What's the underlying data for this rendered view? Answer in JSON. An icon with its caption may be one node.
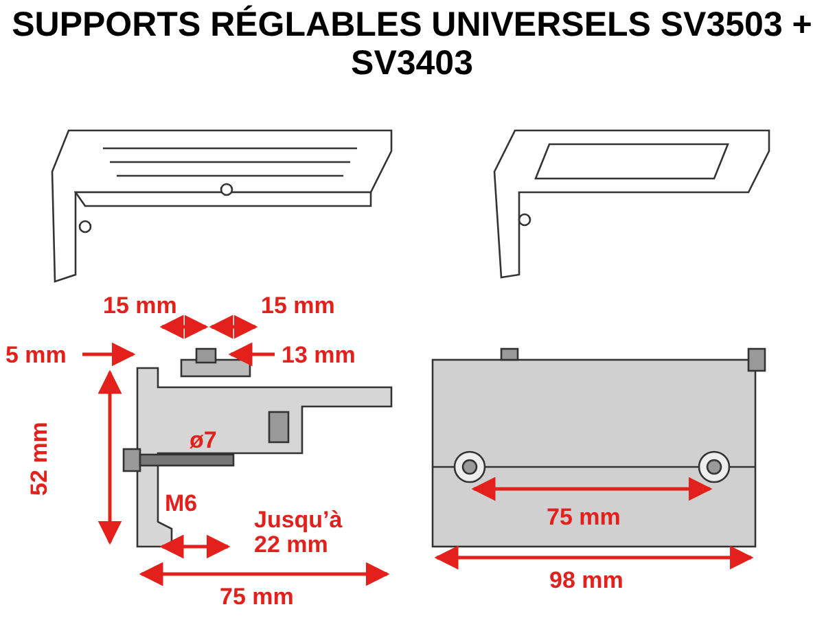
{
  "diagram": {
    "title": "SUPPORTS RÉGLABLES UNIVERSELS SV3503 + SV3403",
    "labels": [
      "15 mm",
      "15 mm",
      "5 mm",
      "13 mm",
      "52 mm",
      "ø7",
      "M6",
      "Jusqu’à 22 mm",
      "75 mm",
      "75 mm",
      "98 mm"
    ]
  }
}
